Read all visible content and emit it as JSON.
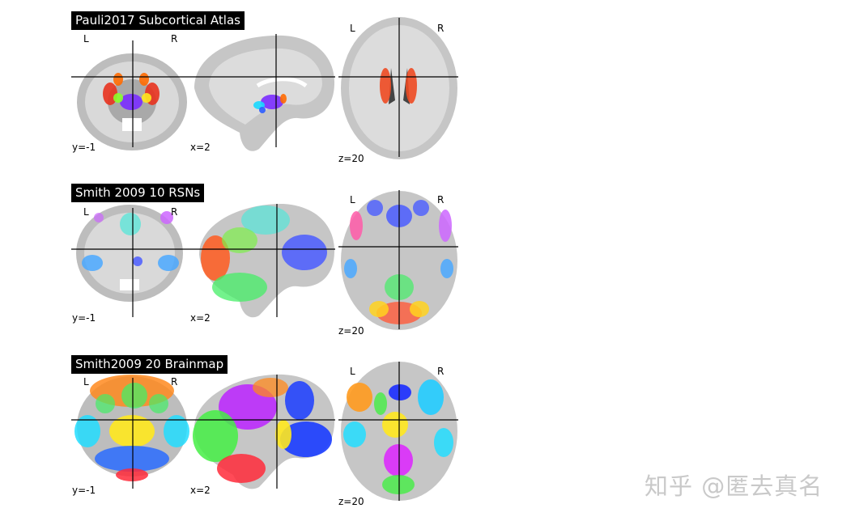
{
  "panels": [
    {
      "title": "Pauli2017 Subcortical Atlas",
      "coronal": {
        "left": "L",
        "right": "R",
        "coord": "y=-1"
      },
      "sagittal": {
        "coord": "x=2"
      },
      "axial": {
        "left": "L",
        "right": "R",
        "coord": "z=20"
      },
      "blobs": [
        {
          "view": "coronal",
          "color": "#e8321e",
          "shape": "ellipse"
        },
        {
          "view": "coronal",
          "color": "#ff6a00",
          "shape": "ellipse"
        },
        {
          "view": "coronal",
          "color": "#7a2cff",
          "shape": "ellipse"
        },
        {
          "view": "coronal",
          "color": "#8aff2a",
          "shape": "ellipse"
        },
        {
          "view": "sagittal",
          "color": "#7a2cff",
          "shape": "ellipse"
        },
        {
          "view": "sagittal",
          "color": "#18d8ff",
          "shape": "ellipse"
        },
        {
          "view": "sagittal",
          "color": "#2a5cff",
          "shape": "ellipse"
        },
        {
          "view": "axial",
          "color": "#ee4a22",
          "shape": "ellipse"
        }
      ]
    },
    {
      "title": "Smith 2009 10 RSNs",
      "coronal": {
        "left": "L",
        "right": "R",
        "coord": "y=-1"
      },
      "sagittal": {
        "coord": "x=2"
      },
      "axial": {
        "left": "L",
        "right": "R",
        "coord": "z=20"
      },
      "blobs": [
        {
          "view": "coronal",
          "color": "#4aa8ff",
          "shape": "ellipse"
        },
        {
          "view": "coronal",
          "color": "#55e6d8",
          "shape": "ellipse"
        },
        {
          "view": "coronal",
          "color": "#cc66ff",
          "shape": "ellipse"
        },
        {
          "view": "sagittal",
          "color": "#ff5a1e",
          "shape": "ellipse"
        },
        {
          "view": "sagittal",
          "color": "#4a5cff",
          "shape": "ellipse"
        },
        {
          "view": "sagittal",
          "color": "#44ee66",
          "shape": "ellipse"
        },
        {
          "view": "sagittal",
          "color": "#55e6d8",
          "shape": "ellipse"
        },
        {
          "view": "axial",
          "color": "#4a5cff",
          "shape": "ellipse"
        },
        {
          "view": "axial",
          "color": "#ff5aa8",
          "shape": "ellipse"
        },
        {
          "view": "axial",
          "color": "#ff5a3a",
          "shape": "ellipse"
        },
        {
          "view": "axial",
          "color": "#ffd21e",
          "shape": "ellipse"
        },
        {
          "view": "axial",
          "color": "#44ee66",
          "shape": "ellipse"
        }
      ]
    },
    {
      "title": "Smith2009 20 Brainmap",
      "coronal": {
        "left": "L",
        "right": "R",
        "coord": "y=-1"
      },
      "sagittal": {
        "coord": "x=2"
      },
      "axial": {
        "left": "L",
        "right": "R",
        "coord": "z=20"
      },
      "blobs": [
        {
          "view": "coronal",
          "color": "#ff8a1e",
          "shape": "ellipse"
        },
        {
          "view": "coronal",
          "color": "#ffe81e",
          "shape": "ellipse"
        },
        {
          "view": "coronal",
          "color": "#22ddff",
          "shape": "ellipse"
        },
        {
          "view": "coronal",
          "color": "#2a6cff",
          "shape": "ellipse"
        },
        {
          "view": "coronal",
          "color": "#44ee66",
          "shape": "ellipse"
        },
        {
          "view": "sagittal",
          "color": "#bb22ff",
          "shape": "ellipse"
        },
        {
          "view": "sagittal",
          "color": "#1a3cff",
          "shape": "ellipse"
        },
        {
          "view": "sagittal",
          "color": "#44ee44",
          "shape": "ellipse"
        },
        {
          "view": "sagittal",
          "color": "#ff2a3a",
          "shape": "ellipse"
        },
        {
          "view": "sagittal",
          "color": "#ffe81e",
          "shape": "ellipse"
        },
        {
          "view": "axial",
          "color": "#ff9a1e",
          "shape": "ellipse"
        },
        {
          "view": "axial",
          "color": "#22ccff",
          "shape": "ellipse"
        },
        {
          "view": "axial",
          "color": "#1a2cff",
          "shape": "ellipse"
        },
        {
          "view": "axial",
          "color": "#ffe81e",
          "shape": "ellipse"
        },
        {
          "view": "axial",
          "color": "#dd22ff",
          "shape": "ellipse"
        },
        {
          "view": "axial",
          "color": "#44ee44",
          "shape": "ellipse"
        }
      ]
    }
  ],
  "watermark": "知乎 @匿去真名"
}
